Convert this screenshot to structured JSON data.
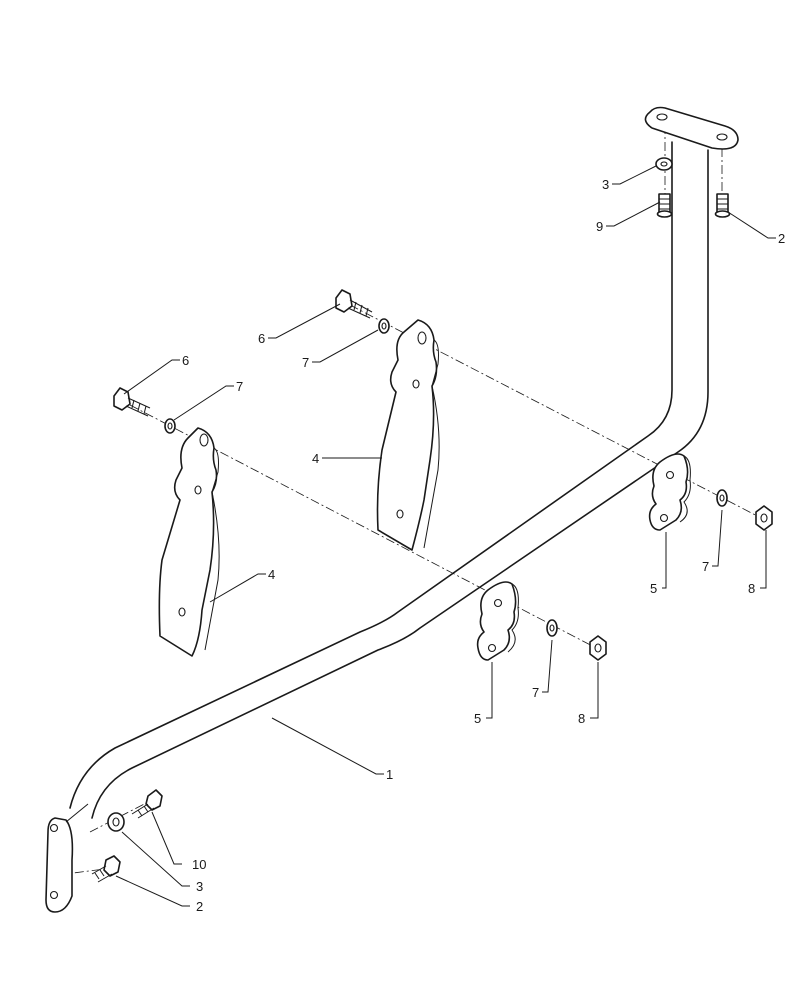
{
  "callouts": [
    {
      "id": "c1",
      "label": "1"
    },
    {
      "id": "c2a",
      "label": "2"
    },
    {
      "id": "c2b",
      "label": "2"
    },
    {
      "id": "c3a",
      "label": "3"
    },
    {
      "id": "c3b",
      "label": "3"
    },
    {
      "id": "c4a",
      "label": "4"
    },
    {
      "id": "c4b",
      "label": "4"
    },
    {
      "id": "c5a",
      "label": "5"
    },
    {
      "id": "c5b",
      "label": "5"
    },
    {
      "id": "c6a",
      "label": "6"
    },
    {
      "id": "c6b",
      "label": "6"
    },
    {
      "id": "c7a",
      "label": "7"
    },
    {
      "id": "c7b",
      "label": "7"
    },
    {
      "id": "c7c",
      "label": "7"
    },
    {
      "id": "c7d",
      "label": "7"
    },
    {
      "id": "c8a",
      "label": "8"
    },
    {
      "id": "c8b",
      "label": "8"
    },
    {
      "id": "c9",
      "label": "9"
    },
    {
      "id": "c10",
      "label": "10"
    }
  ]
}
